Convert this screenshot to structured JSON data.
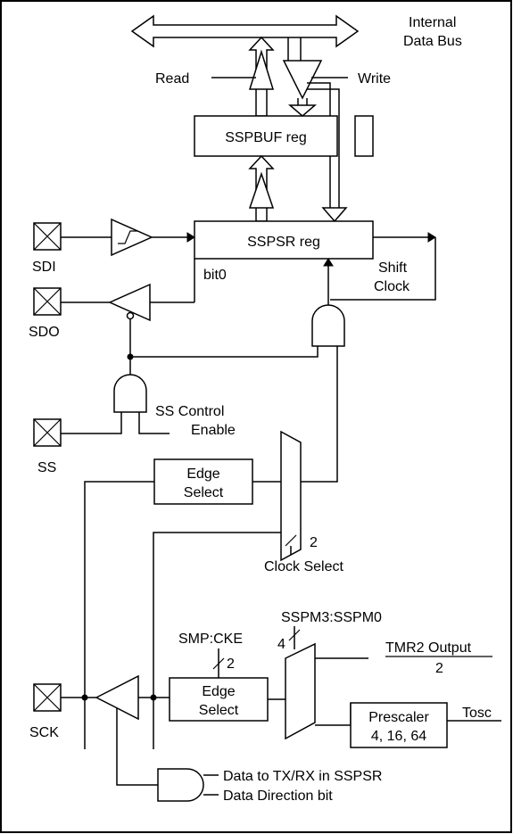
{
  "labels": {
    "internal_bus_line1": "Internal",
    "internal_bus_line2": "Data Bus",
    "read": "Read",
    "write": "Write",
    "sspbuf": "SSPBUF reg",
    "sspsr": "SSPSR reg",
    "sdi": "SDI",
    "bit0": "bit0",
    "shift_clock_line1": "Shift",
    "shift_clock_line2": "Clock",
    "sdo": "SDO",
    "ss_control_line1": "SS  Control",
    "ss_control_line2": "Enable",
    "ss": "SS",
    "edge_select_top_line1": "Edge",
    "edge_select_top_line2": "Select",
    "clock_select_width": "2",
    "clock_select": "Clock Select",
    "sspm": "SSPM3:SSPM0",
    "sspm_width": "4",
    "smp_cke": "SMP:CKE",
    "smp_cke_width": "2",
    "edge_select_bottom_line1": "Edge",
    "edge_select_bottom_line2": "Select",
    "tmr2_output": "TMR2 Output",
    "tmr2_divisor": "2",
    "prescaler_line1": "Prescaler",
    "prescaler_line2": "4, 16, 64",
    "tosc": "Tosc",
    "sck": "SCK",
    "data_to_txrx": "Data to TX/RX in SSPSR",
    "data_direction": "Data Direction bit"
  }
}
